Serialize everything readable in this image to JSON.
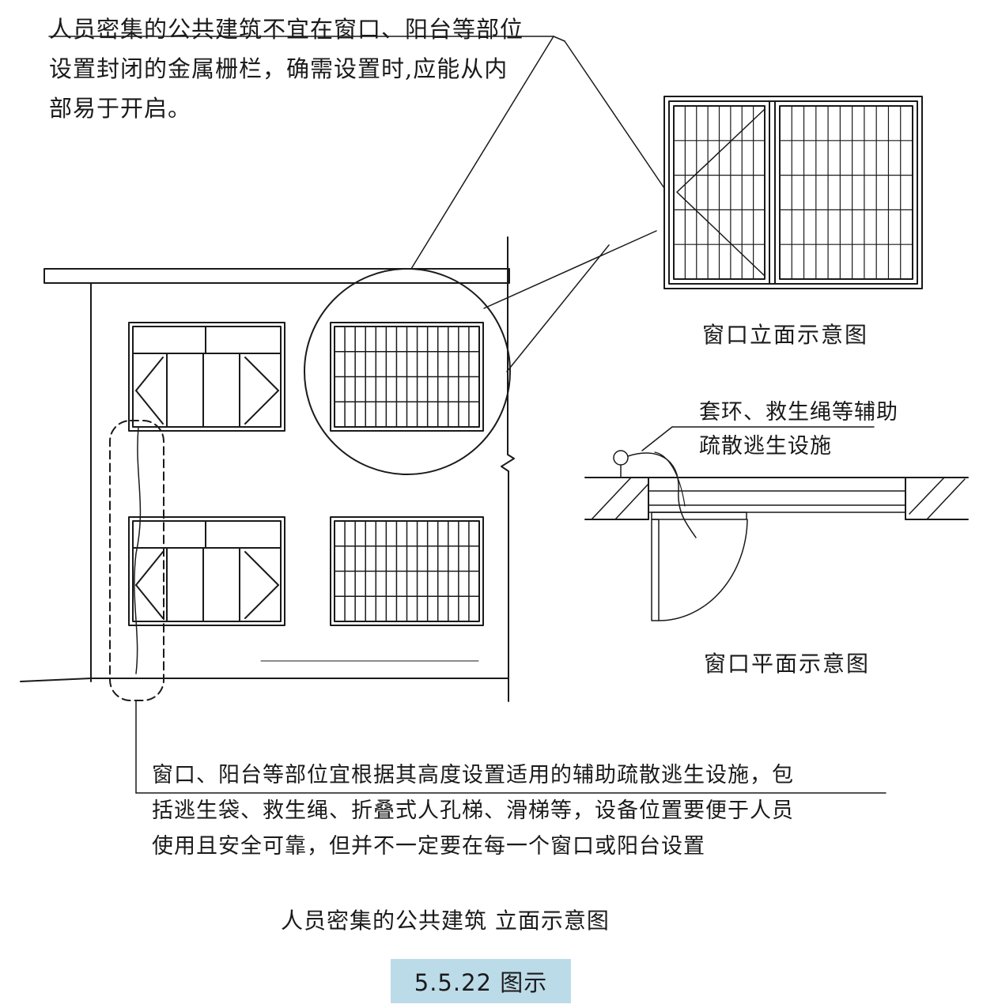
{
  "top_note": {
    "lines": [
      "人员密集的公共建筑不宜在窗口、阳台等部位",
      "设置封闭的金属栅栏，确需设置时,应能从内",
      "部易于开启。"
    ]
  },
  "window_elevation_label": "窗口立面示意图",
  "aid_note": {
    "lines": [
      "套环、救生绳等辅助",
      "疏散逃生设施"
    ]
  },
  "window_plan_label": "窗口平面示意图",
  "bottom_note": {
    "lines": [
      "窗口、阳台等部位宜根据其高度设置适用的辅助疏散逃生设施，包",
      "括逃生袋、救生绳、折叠式人孔梯、滑梯等，设备位置要便于人员",
      "使用且安全可靠，但并不一定要在每一个窗口或阳台设置"
    ]
  },
  "main_title": "人员密集的公共建筑 立面示意图",
  "figure_number": "5.5.22 图示",
  "colors": {
    "line": "#1a1a1a",
    "badge_background": "#bcdbe8",
    "background": "#ffffff"
  }
}
